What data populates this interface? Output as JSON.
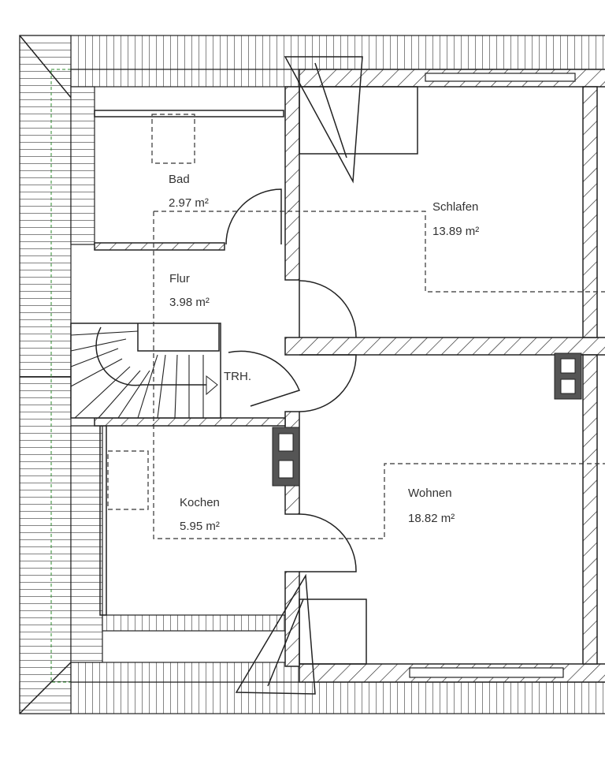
{
  "plan": {
    "rooms": [
      {
        "name": "Bad",
        "area": "2.97 m²"
      },
      {
        "name": "Schlafen",
        "area": "13.89 m²"
      },
      {
        "name": "Flur",
        "area": "3.98 m²"
      },
      {
        "name": "Kochen",
        "area": "5.95 m²"
      },
      {
        "name": "Wohnen",
        "area": "18.82 m²"
      }
    ],
    "stair_label": "TRH."
  },
  "colors": {
    "line": "#222222",
    "roof_outline": "#2e8b2e",
    "chimney": "#555555"
  }
}
